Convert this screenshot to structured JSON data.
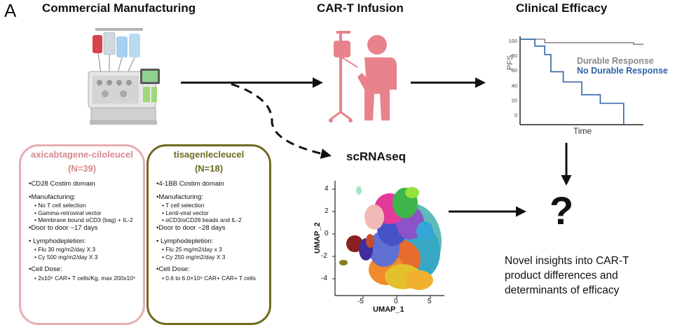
{
  "panel_label": "A",
  "headers": {
    "manufacturing": "Commercial Manufacturing",
    "infusion": "CAR-T Infusion",
    "efficacy": "Clinical Efficacy",
    "scrnaseq": "scRNAseq"
  },
  "km_plot": {
    "ylabel": "PFS",
    "xlabel": "Time",
    "yticks": [
      "100",
      "80",
      "60",
      "40",
      "20",
      "0"
    ],
    "legend": {
      "durable": "Durable Response",
      "nodurable": "No Durable Response"
    },
    "colors": {
      "durable": "#8a8a8a",
      "nodurable": "#2e62a8"
    }
  },
  "umap": {
    "xlabel": "UMAP_1",
    "ylabel": "UMAP_2",
    "xticks": [
      "-5",
      "0",
      "5"
    ],
    "yticks": [
      "4",
      "2",
      "0",
      "-2",
      "-4"
    ]
  },
  "products": [
    {
      "name": "axicabtagene-ciloleucel",
      "n": "(N=39)",
      "costim": "•CD28 Costim domain",
      "manufacturing_title": "•Manufacturing:",
      "manufacturing_items": [
        "• No T cell selection",
        "• Gamma-retroviral vector",
        "• Membrane bound αCD3 (bag) + IL-2"
      ],
      "door": "•Door to door ~17 days",
      "lympho_title": "• Lymphodepletion:",
      "lympho_items": [
        "• Flu 30 mg/m2/day X 3",
        "• Cy 500 mg/m2/day X 3"
      ],
      "dose_title": "•Cell Dose:",
      "dose_items": [
        "• 2x10⁶ CAR+ T cells/Kg, max 200x10⁶"
      ]
    },
    {
      "name": "tisagenlecleucel",
      "n": "(N=18)",
      "costim": "•4-1BB Costim domain",
      "manufacturing_title": "•Manufacturing:",
      "manufacturing_items": [
        "• T cell selection",
        "• Lenti-viral vector",
        "• αCD3/αCD28 beads and IL-2"
      ],
      "door": "•Door to door ~28 days",
      "lympho_title": "• Lymphodepletion:",
      "lympho_items": [
        "• Flu 25 mg/m2/day x 3",
        "• Cy 250 mg/m2/day X 3"
      ],
      "dose_title": "•Cell Dose:",
      "dose_items": [
        "• 0.6 to 6.0×10⁸ CAR+ CAR+ T cells"
      ]
    }
  ],
  "question_mark": "?",
  "insight_text": "Novel insights into CAR-T product differences and determinants of efficacy",
  "colors": {
    "patient": "#e8838c",
    "arrow": "#111111"
  }
}
